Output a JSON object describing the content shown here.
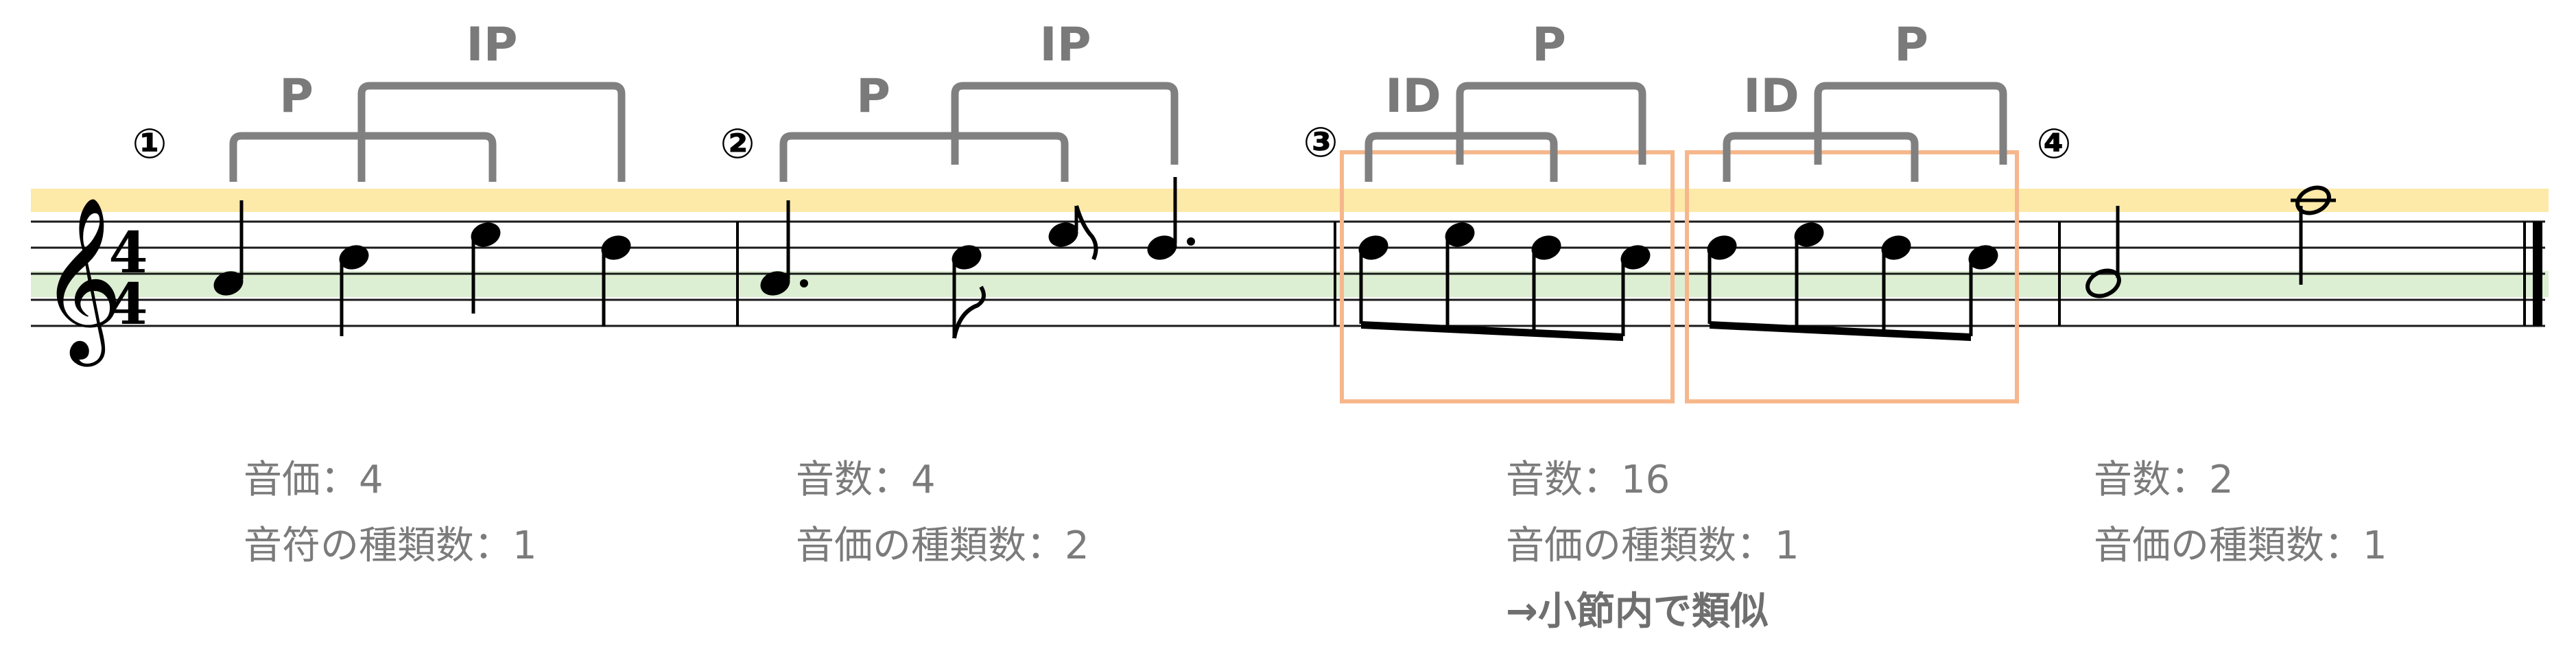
{
  "measures": [
    {
      "number": "①",
      "brackets": [
        "P",
        "IP"
      ],
      "stats": [
        "音価：4",
        "音符の種類数：1"
      ],
      "highlighted": false
    },
    {
      "number": "②",
      "brackets": [
        "P",
        "IP"
      ],
      "stats": [
        "音数：4",
        "音価の種類数：2"
      ],
      "highlighted": false
    },
    {
      "number": "③",
      "brackets": [
        "ID",
        "P"
      ],
      "stats": [
        "音数：16",
        "音価の種類数：1"
      ],
      "note": "→小節内で類似",
      "highlighted": true
    },
    {
      "number": "④",
      "brackets": [
        "ID",
        "P"
      ],
      "stats": [
        "音数：2",
        "音価の種類数：1"
      ],
      "highlighted": false
    }
  ],
  "time_signature": {
    "top": "4",
    "bottom": "4"
  },
  "colors": {
    "upper_band": "#fde9a8",
    "lower_band": "#dcefd3",
    "bracket": "#808080",
    "highlight_box": "#f6b78c",
    "notes": "#000000"
  }
}
